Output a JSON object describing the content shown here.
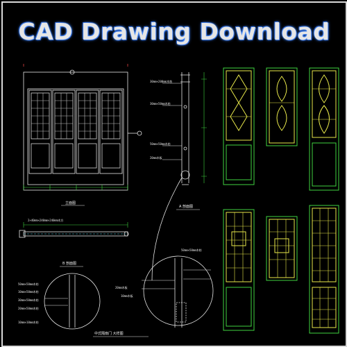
{
  "banner": {
    "title": "CAD Drawing Download"
  },
  "colors": {
    "background": "#000000",
    "title_glow": "#3a7fff",
    "line_white": "#e8e8e8",
    "line_yellow": "#e8e84a",
    "line_green": "#3fd43f",
    "line_cyan": "#5ad6e6",
    "line_red": "#e04040"
  },
  "drawing": {
    "label_elevation_a": "A 剖面图",
    "label_elevation_main": "立面图",
    "label_section_b": "B 剖面图",
    "label_detail": "中式隔扇门 大样图",
    "dim_top_1": "30mm×200mm木枋",
    "dim_top_2": "30mm×50mm木枋",
    "dim_mid_1": "50mm×50mm木枋",
    "dim_mid_2": "20mm木板",
    "dim_plan": "2×40mm×240mm×240mm木方",
    "dim_detail_1": "50mm×50mm木枋",
    "dim_detail_2": "10mm×50mm木枋",
    "dim_detail_3": "30mm×50mm木枋",
    "dim_detail_4": "20mm×50mm木枋",
    "dim_detail_5": "10mm×10mm木枋",
    "dim_detail_6": "20mm木板",
    "dim_detail_7": "50mm×50mm木枋",
    "dim_detail_8": "10mm木板"
  }
}
